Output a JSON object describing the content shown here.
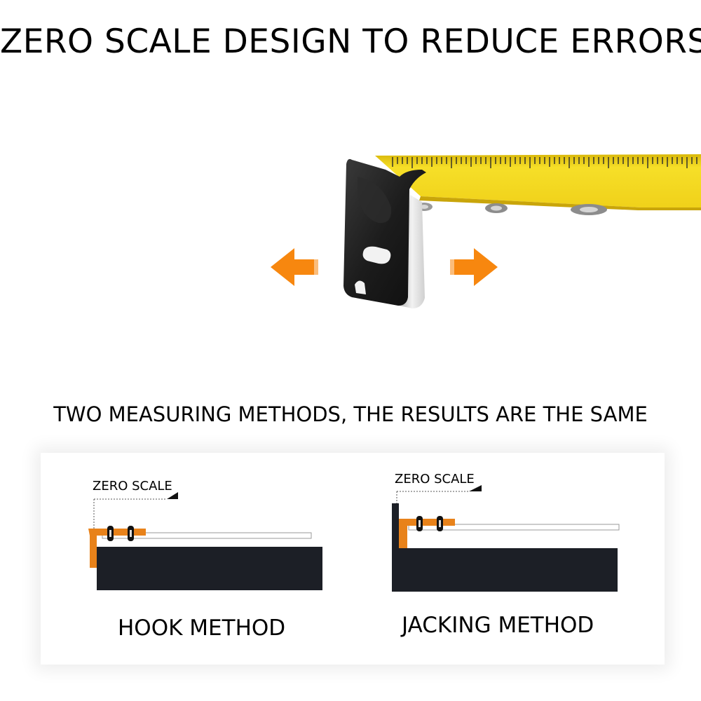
{
  "headline": "ZERO SCALE DESIGN TO REDUCE ERRORS",
  "subheadline": "TWO MEASURING METHODS, THE RESULTS ARE THE SAME",
  "hero": {
    "blade_color": "#f5dc1e",
    "hook_color": "#1a1a1a",
    "arrow_color": "#f7870f",
    "left_arrow_icon": "arrow-left-icon",
    "right_arrow_icon": "arrow-right-icon"
  },
  "methods": [
    {
      "zero_label": "ZERO SCALE",
      "method_label": "HOOK METHOD"
    },
    {
      "zero_label": "ZERO SCALE",
      "method_label": "JACKING METHOD"
    }
  ],
  "colors": {
    "hook_orange": "#e8821a",
    "block_dark": "#1c1f26"
  }
}
